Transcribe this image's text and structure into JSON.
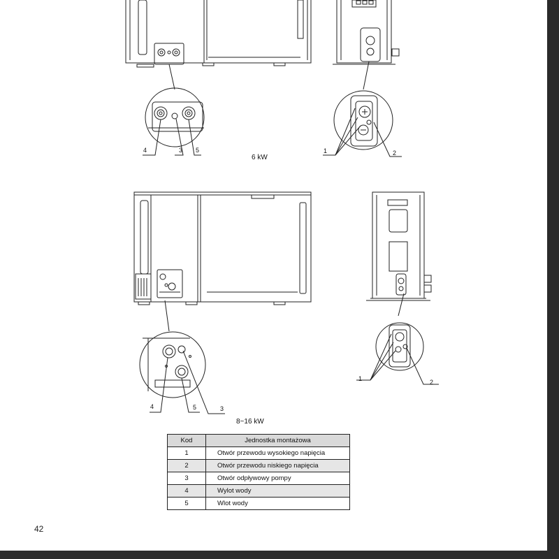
{
  "captions": {
    "model_small": "6 kW",
    "model_large": "8~16 kW"
  },
  "callouts": {
    "one": "1",
    "two": "2",
    "three": "3",
    "four": "4",
    "five": "5"
  },
  "legend": {
    "headers": [
      "Kod",
      "Jednostka montażowa"
    ],
    "rows": [
      {
        "code": "1",
        "label": "Otwór przewodu wysokiego napięcia"
      },
      {
        "code": "2",
        "label": "Otwór przewodu niskiego napięcia"
      },
      {
        "code": "3",
        "label": "Otwór odpływowy pompy"
      },
      {
        "code": "4",
        "label": "Wylot wody"
      },
      {
        "code": "5",
        "label": "Wlot wody"
      }
    ]
  },
  "page_number": "42"
}
